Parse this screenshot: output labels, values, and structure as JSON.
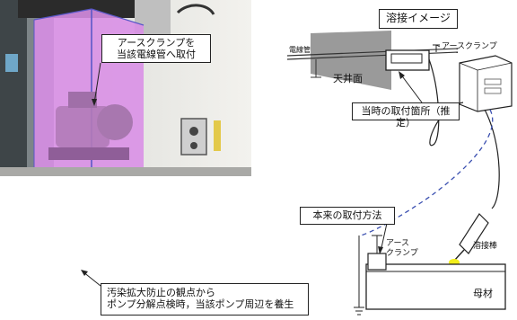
{
  "left": {
    "clamp_callout": [
      "アースクランプを",
      "当該電線管へ取付"
    ],
    "bottom_callout": [
      "汚染拡大防止の観点から",
      "ポンプ分解点検時，当該ポンプ周辺を養生"
    ]
  },
  "right": {
    "title": "溶接イメージ",
    "conduit_label": "電線管",
    "earth_clamp_label": "アースクランプ",
    "ceiling_label": "天井面",
    "then_location": "当時の取付箇所（推定）",
    "proper_method": "本来の取付方法",
    "clamp_label_line1": "アース",
    "clamp_label_line2": "クランプ",
    "rod_label": "溶接棒",
    "base_metal": "母材"
  },
  "colors": {
    "tent": "#d98ee6",
    "tent_edge": "#5a58c8",
    "ceiling": "#9a9a9a",
    "dashed": "#3a4fb0",
    "spark": "#f2ee1b"
  }
}
